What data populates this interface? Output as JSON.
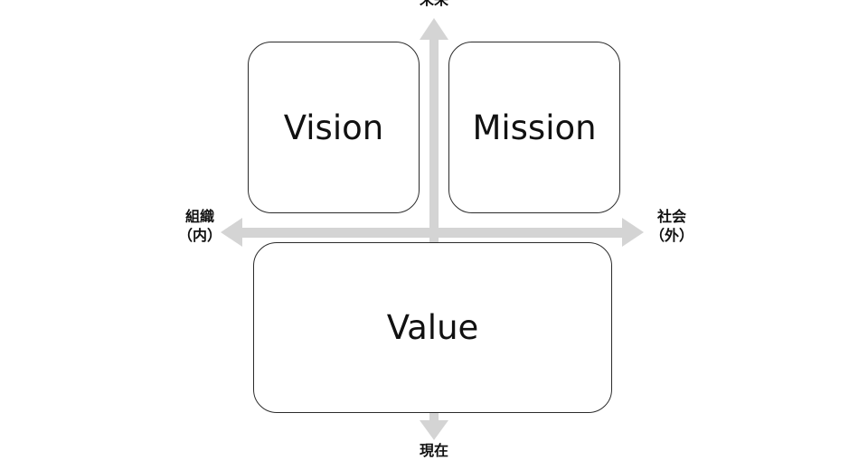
{
  "diagram": {
    "boxes": {
      "vision": "Vision",
      "mission": "Mission",
      "value": "Value"
    },
    "axes": {
      "top": "未来",
      "bottom": "現在",
      "left_line1": "組織",
      "left_line2": "（内）",
      "right_line1": "社会",
      "right_line2": "（外）"
    },
    "colors": {
      "arrow": "#d4d4d4",
      "box_border": "#2b2b2b",
      "text": "#111111",
      "background": "#ffffff"
    }
  }
}
